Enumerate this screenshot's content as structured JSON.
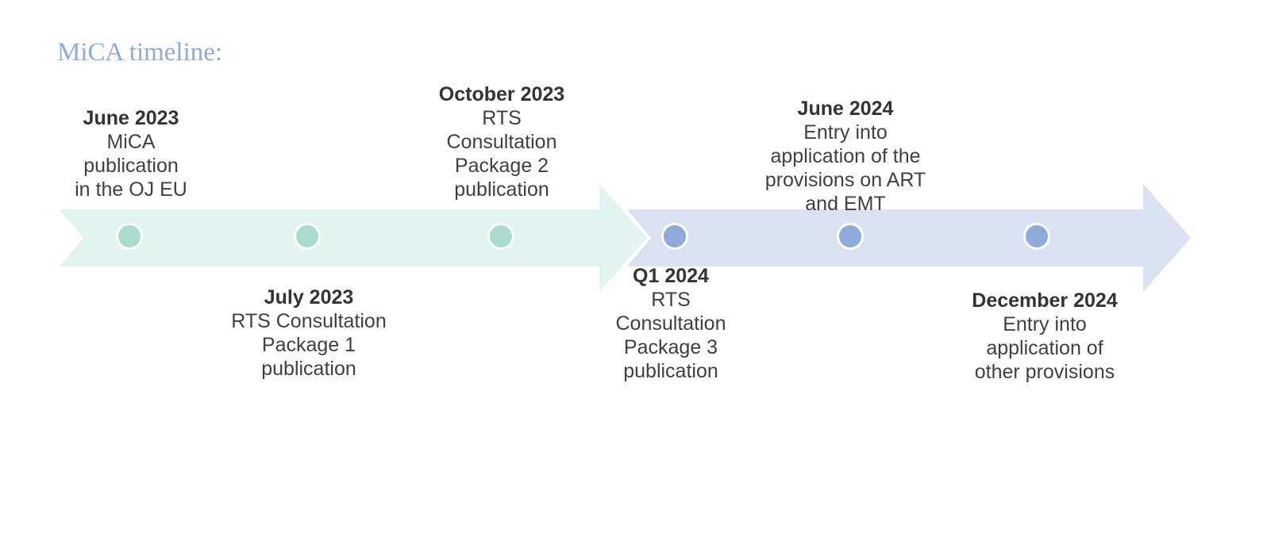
{
  "title": "MiCA timeline:",
  "colors": {
    "title": "#8eaadb",
    "arrow_2023": "#e2f4ef",
    "arrow_2024": "#d9e1f3",
    "dot_2023": "#a8dccd",
    "dot_2024": "#8eaadb",
    "text": "#404040"
  },
  "events": [
    {
      "date": "June 2023",
      "lines": [
        "MiCA",
        "publication",
        "in the OJ EU"
      ]
    },
    {
      "date": "July 2023",
      "lines": [
        "RTS Consultation",
        "Package 1",
        "publication"
      ]
    },
    {
      "date": "October 2023",
      "lines": [
        "RTS",
        "Consultation",
        "Package 2",
        "publication"
      ]
    },
    {
      "date": "Q1 2024",
      "lines": [
        "RTS",
        "Consultation",
        "Package 3",
        "publication"
      ]
    },
    {
      "date": "June 2024",
      "lines": [
        "Entry into",
        "application of the",
        "provisions on ART",
        "and EMT"
      ]
    },
    {
      "date": "December 2024",
      "lines": [
        "Entry into",
        "application of",
        "other provisions"
      ]
    }
  ]
}
